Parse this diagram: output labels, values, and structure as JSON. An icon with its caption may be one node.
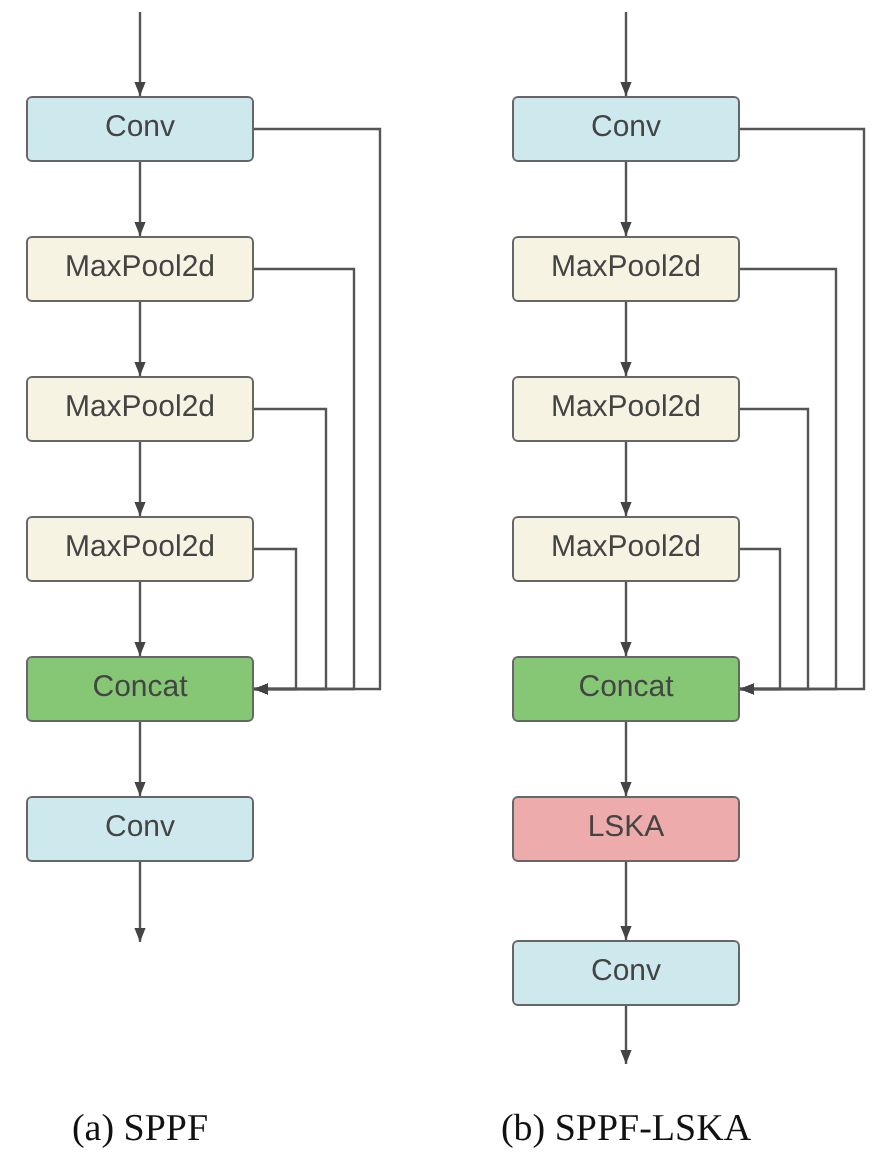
{
  "diagram": {
    "nodes": [
      {
        "text": [
          "Conv"
        ]
      },
      {
        "text": [
          "MaxPool2d"
        ]
      },
      {
        "text": [
          "MaxPool2d"
        ]
      },
      {
        "text": [
          "MaxPool2d"
        ]
      },
      {
        "text": [
          "Concat"
        ]
      },
      {
        "text": [
          "Conv"
        ]
      },
      {
        "text": [
          "Conv"
        ]
      },
      {
        "text": [
          "MaxPool2d"
        ]
      },
      {
        "text": [
          "MaxPool2d"
        ]
      },
      {
        "text": [
          "MaxPool2d"
        ]
      },
      {
        "text": [
          "Concat"
        ]
      },
      {
        "text": [
          "LSKA"
        ]
      },
      {
        "text": [
          "Conv"
        ]
      }
    ],
    "edges": [
      {
        "from": null,
        "to": 0,
        "arrow": "to"
      },
      {
        "from": 0,
        "to": 1,
        "arrow": "to"
      },
      {
        "from": 1,
        "to": 2,
        "arrow": "to"
      },
      {
        "from": 2,
        "to": 3,
        "arrow": "to"
      },
      {
        "from": 3,
        "to": 4,
        "arrow": "to"
      },
      {
        "from": 0,
        "to": 4,
        "arrow": "to"
      },
      {
        "from": 1,
        "to": 4,
        "arrow": "to"
      },
      {
        "from": 2,
        "to": 4,
        "arrow": "to"
      },
      {
        "from": 3,
        "to": 4,
        "arrow": "to"
      },
      {
        "from": 4,
        "to": 5,
        "arrow": "to"
      },
      {
        "from": 5,
        "to": null,
        "arrow": "to"
      },
      {
        "from": null,
        "to": 6,
        "arrow": "to"
      },
      {
        "from": 6,
        "to": 7,
        "arrow": "to"
      },
      {
        "from": 7,
        "to": 8,
        "arrow": "to"
      },
      {
        "from": 8,
        "to": 9,
        "arrow": "to"
      },
      {
        "from": 9,
        "to": 10,
        "arrow": "to"
      },
      {
        "from": 6,
        "to": 10,
        "arrow": "to"
      },
      {
        "from": 7,
        "to": 10,
        "arrow": "to"
      },
      {
        "from": 8,
        "to": 10,
        "arrow": "to"
      },
      {
        "from": 9,
        "to": 10,
        "arrow": "to"
      },
      {
        "from": 10,
        "to": 11,
        "arrow": "to"
      },
      {
        "from": 11,
        "to": 12,
        "arrow": "to"
      },
      {
        "from": 12,
        "to": null,
        "arrow": "to"
      }
    ],
    "labels": [
      "(a) SPPF",
      "(b) SPPF-LSKA"
    ]
  }
}
